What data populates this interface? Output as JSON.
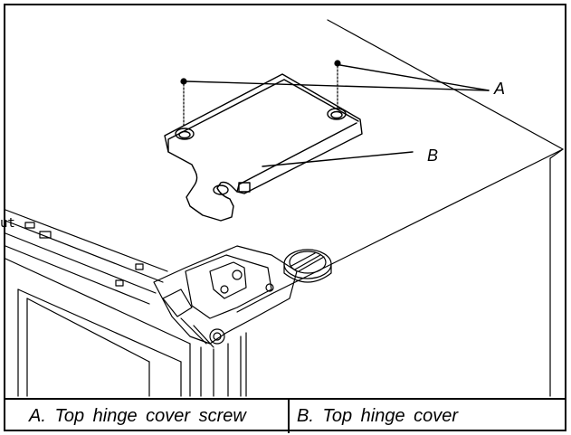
{
  "figure": {
    "callouts": {
      "a": "A",
      "b": "B"
    },
    "cut_text": "ut",
    "captions": {
      "a": "A. Top hinge cover screw",
      "b": "B. Top hinge cover"
    }
  }
}
